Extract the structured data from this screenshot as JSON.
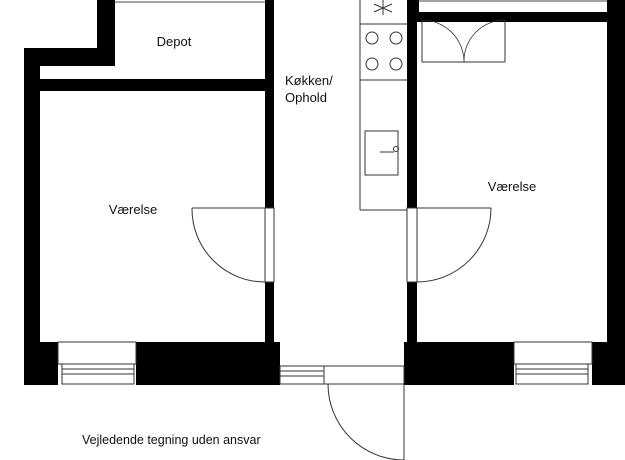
{
  "rooms": {
    "depot": "Depot",
    "kitchen_line1": "Køkken/",
    "kitchen_line2": "Ophold",
    "left_room": "Værelse",
    "right_room": "Værelse"
  },
  "disclaimer": "Vejledende tegning uden ansvar",
  "colors": {
    "wall": "#000000",
    "background": "#ffffff",
    "line": "#333333"
  },
  "icons": [
    "door-swing-icon",
    "double-door-icon",
    "cooktop-icon",
    "sink-icon",
    "exhaust-fan-icon",
    "window-icon"
  ]
}
